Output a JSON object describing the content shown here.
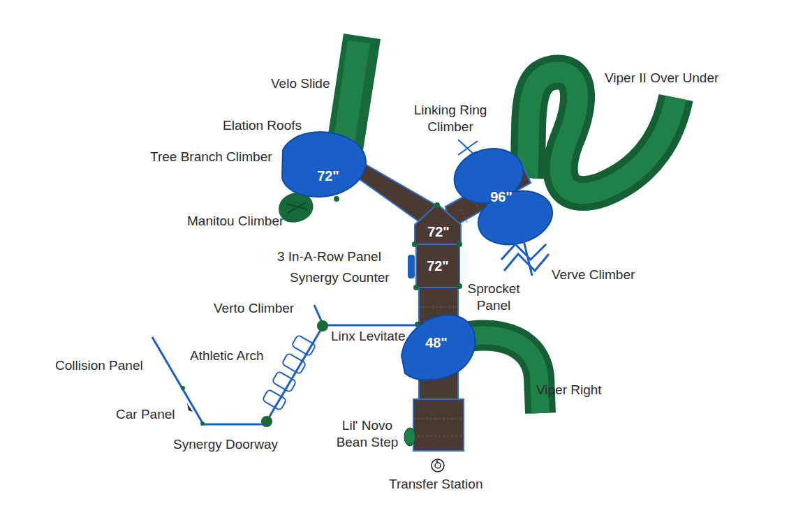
{
  "diagram": {
    "labels": [
      "Velo Slide",
      "Viper II Over Under",
      "Linking Ring Climber",
      "Elation Roofs",
      "Tree Branch Climber",
      "72\"",
      "96\"",
      "Manitou Climber",
      "72\"",
      "3 In-A-Row Panel",
      "72\"",
      "Synergy Counter",
      "Verve Climber",
      "Sprocket Panel",
      "Verto Climber",
      "Linx Levitate",
      "48\"",
      "Athletic Arch",
      "Collision Panel",
      "Viper Right",
      "Car Panel",
      "Lil' Novo Bean Step",
      "Synergy Doorway",
      "Transfer Station"
    ]
  }
}
